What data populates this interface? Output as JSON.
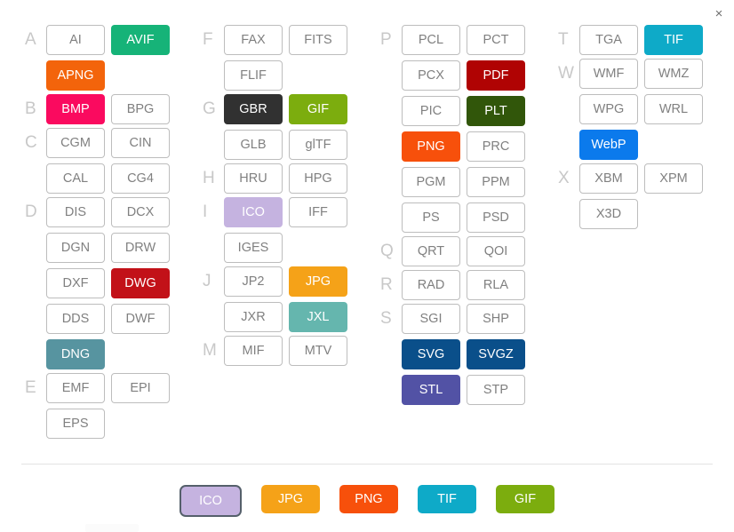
{
  "window": {
    "close_label": "×",
    "close_icon": "close-icon"
  },
  "divider": {
    "visible": true
  },
  "colors": {
    "default_border": "#bdbdbd",
    "default_text": "#808080",
    "letter": "#c8c8c8",
    "avif_green": "#16b378",
    "apng_orange": "#f3640b",
    "bmp_pink": "#fa0a5f",
    "dwg_red": "#c21118",
    "dng_teal": "#5794a0",
    "gbr_dark": "#313131",
    "gif_green": "#7cad0e",
    "ico_lavender": "#c5b3e0",
    "jpg_orange": "#f5a218",
    "jxl_teal": "#65b6ae",
    "pdf_red": "#b00303",
    "plt_darkgreen": "#31560a",
    "png_orange": "#f7500b",
    "svg_blue": "#0a4f8a",
    "svgz_blue": "#0a4f8a",
    "stl_purple": "#5252a5",
    "tif_cyan": "#0eaac8",
    "webp_blue": "#0b7aec",
    "selected_outline": "#55606b"
  },
  "columns": [
    {
      "groups": [
        {
          "letter": "A",
          "buttons": [
            {
              "label": "AI",
              "bg": null,
              "filled": false
            },
            {
              "label": "AVIF",
              "bg": "#16b378",
              "filled": true
            },
            {
              "label": "APNG",
              "bg": "#f3640b",
              "filled": true
            }
          ]
        },
        {
          "letter": "B",
          "buttons": [
            {
              "label": "BMP",
              "bg": "#fa0a5f",
              "filled": true
            },
            {
              "label": "BPG",
              "bg": null,
              "filled": false
            }
          ]
        },
        {
          "letter": "C",
          "buttons": [
            {
              "label": "CGM",
              "bg": null,
              "filled": false
            },
            {
              "label": "CIN",
              "bg": null,
              "filled": false
            },
            {
              "label": "CAL",
              "bg": null,
              "filled": false
            },
            {
              "label": "CG4",
              "bg": null,
              "filled": false
            }
          ]
        },
        {
          "letter": "D",
          "buttons": [
            {
              "label": "DIS",
              "bg": null,
              "filled": false
            },
            {
              "label": "DCX",
              "bg": null,
              "filled": false
            },
            {
              "label": "DGN",
              "bg": null,
              "filled": false
            },
            {
              "label": "DRW",
              "bg": null,
              "filled": false
            },
            {
              "label": "DXF",
              "bg": null,
              "filled": false
            },
            {
              "label": "DWG",
              "bg": "#c21118",
              "filled": true
            },
            {
              "label": "DDS",
              "bg": null,
              "filled": false
            },
            {
              "label": "DWF",
              "bg": null,
              "filled": false
            },
            {
              "label": "DNG",
              "bg": "#5794a0",
              "filled": true
            }
          ]
        },
        {
          "letter": "E",
          "buttons": [
            {
              "label": "EMF",
              "bg": null,
              "filled": false
            },
            {
              "label": "EPI",
              "bg": null,
              "filled": false
            },
            {
              "label": "EPS",
              "bg": null,
              "filled": false
            }
          ]
        }
      ]
    },
    {
      "groups": [
        {
          "letter": "F",
          "buttons": [
            {
              "label": "FAX",
              "bg": null,
              "filled": false
            },
            {
              "label": "FITS",
              "bg": null,
              "filled": false
            },
            {
              "label": "FLIF",
              "bg": null,
              "filled": false
            }
          ]
        },
        {
          "letter": "G",
          "buttons": [
            {
              "label": "GBR",
              "bg": "#313131",
              "filled": true
            },
            {
              "label": "GIF",
              "bg": "#7cad0e",
              "filled": true
            },
            {
              "label": "GLB",
              "bg": null,
              "filled": false
            },
            {
              "label": "glTF",
              "bg": null,
              "filled": false
            }
          ]
        },
        {
          "letter": "H",
          "buttons": [
            {
              "label": "HRU",
              "bg": null,
              "filled": false
            },
            {
              "label": "HPG",
              "bg": null,
              "filled": false
            }
          ]
        },
        {
          "letter": "I",
          "buttons": [
            {
              "label": "ICO",
              "bg": "#c5b3e0",
              "filled": true
            },
            {
              "label": "IFF",
              "bg": null,
              "filled": false
            },
            {
              "label": "IGES",
              "bg": null,
              "filled": false
            }
          ]
        },
        {
          "letter": "J",
          "buttons": [
            {
              "label": "JP2",
              "bg": null,
              "filled": false
            },
            {
              "label": "JPG",
              "bg": "#f5a218",
              "filled": true
            },
            {
              "label": "JXR",
              "bg": null,
              "filled": false
            },
            {
              "label": "JXL",
              "bg": "#65b6ae",
              "filled": true
            }
          ]
        },
        {
          "letter": "M",
          "buttons": [
            {
              "label": "MIF",
              "bg": null,
              "filled": false
            },
            {
              "label": "MTV",
              "bg": null,
              "filled": false
            }
          ]
        }
      ]
    },
    {
      "groups": [
        {
          "letter": "P",
          "buttons": [
            {
              "label": "PCL",
              "bg": null,
              "filled": false
            },
            {
              "label": "PCT",
              "bg": null,
              "filled": false
            },
            {
              "label": "PCX",
              "bg": null,
              "filled": false
            },
            {
              "label": "PDF",
              "bg": "#b00303",
              "filled": true
            },
            {
              "label": "PIC",
              "bg": null,
              "filled": false
            },
            {
              "label": "PLT",
              "bg": "#31560a",
              "filled": true
            },
            {
              "label": "PNG",
              "bg": "#f7500b",
              "filled": true
            },
            {
              "label": "PRC",
              "bg": null,
              "filled": false
            },
            {
              "label": "PGM",
              "bg": null,
              "filled": false
            },
            {
              "label": "PPM",
              "bg": null,
              "filled": false
            },
            {
              "label": "PS",
              "bg": null,
              "filled": false
            },
            {
              "label": "PSD",
              "bg": null,
              "filled": false
            }
          ]
        },
        {
          "letter": "Q",
          "buttons": [
            {
              "label": "QRT",
              "bg": null,
              "filled": false
            },
            {
              "label": "QOI",
              "bg": null,
              "filled": false
            }
          ]
        },
        {
          "letter": "R",
          "buttons": [
            {
              "label": "RAD",
              "bg": null,
              "filled": false
            },
            {
              "label": "RLA",
              "bg": null,
              "filled": false
            }
          ]
        },
        {
          "letter": "S",
          "buttons": [
            {
              "label": "SGI",
              "bg": null,
              "filled": false
            },
            {
              "label": "SHP",
              "bg": null,
              "filled": false
            },
            {
              "label": "SVG",
              "bg": "#0a4f8a",
              "filled": true
            },
            {
              "label": "SVGZ",
              "bg": "#0a4f8a",
              "filled": true
            },
            {
              "label": "STL",
              "bg": "#5252a5",
              "filled": true
            },
            {
              "label": "STP",
              "bg": null,
              "filled": false
            }
          ]
        }
      ]
    },
    {
      "groups": [
        {
          "letter": "T",
          "buttons": [
            {
              "label": "TGA",
              "bg": null,
              "filled": false
            },
            {
              "label": "TIF",
              "bg": "#0eaac8",
              "filled": true
            }
          ]
        },
        {
          "letter": "W",
          "buttons": [
            {
              "label": "WMF",
              "bg": null,
              "filled": false
            },
            {
              "label": "WMZ",
              "bg": null,
              "filled": false
            },
            {
              "label": "WPG",
              "bg": null,
              "filled": false
            },
            {
              "label": "WRL",
              "bg": null,
              "filled": false
            },
            {
              "label": "WebP",
              "bg": "#0b7aec",
              "filled": true
            }
          ]
        },
        {
          "letter": "X",
          "buttons": [
            {
              "label": "XBM",
              "bg": null,
              "filled": false
            },
            {
              "label": "XPM",
              "bg": null,
              "filled": false
            },
            {
              "label": "X3D",
              "bg": null,
              "filled": false
            }
          ]
        }
      ]
    }
  ],
  "quick_row": [
    {
      "label": "ICO",
      "bg": "#c5b3e0",
      "selected": true
    },
    {
      "label": "JPG",
      "bg": "#f5a218",
      "selected": false
    },
    {
      "label": "PNG",
      "bg": "#f7500b",
      "selected": false
    },
    {
      "label": "TIF",
      "bg": "#0eaac8",
      "selected": false
    },
    {
      "label": "GIF",
      "bg": "#7cad0e",
      "selected": false
    }
  ]
}
